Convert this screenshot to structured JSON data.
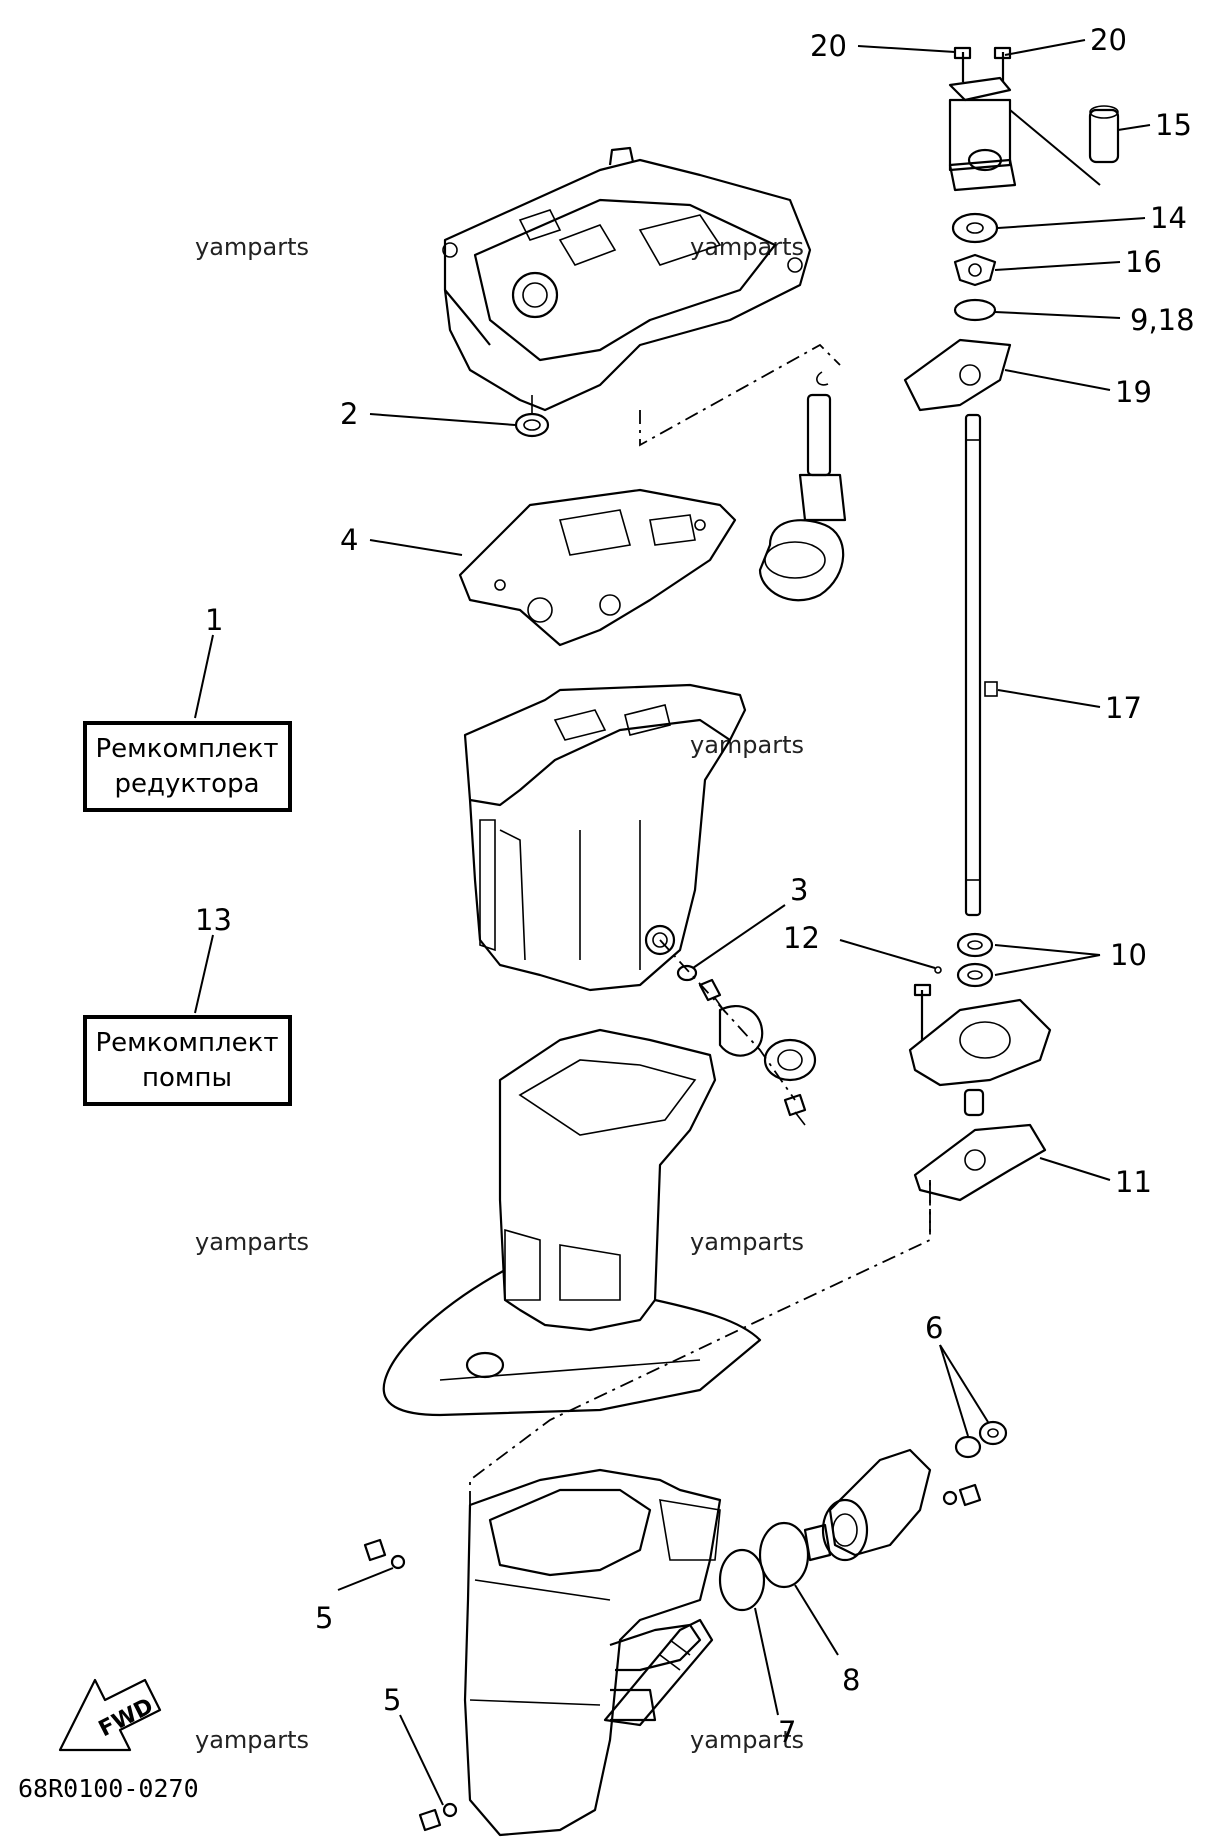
{
  "watermark": "yamparts",
  "diagram_code": "68R0100-0270",
  "fwd_label": "FWD",
  "kits": [
    {
      "number": "1",
      "line1": "Ремкомплект",
      "line2": "редуктора"
    },
    {
      "number": "13",
      "line1": "Ремкомплект",
      "line2": "помпы"
    }
  ],
  "callouts": [
    "20",
    "20",
    "15",
    "14",
    "16",
    "9,18",
    "19",
    "2",
    "4",
    "17",
    "3",
    "12",
    "10",
    "11",
    "6",
    "5",
    "5",
    "7",
    "8"
  ]
}
